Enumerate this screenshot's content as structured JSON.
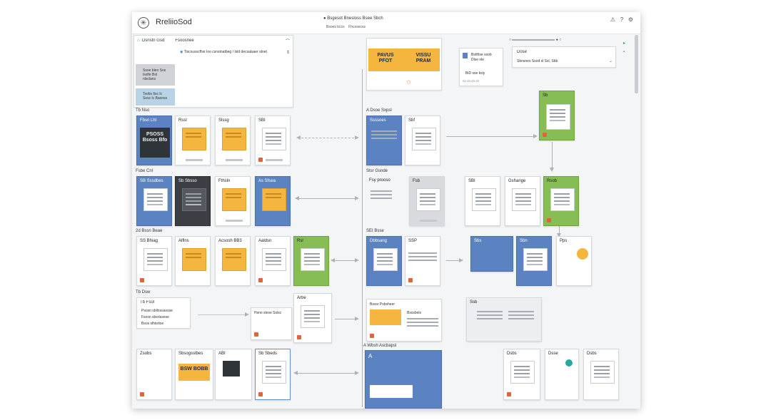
{
  "app": {
    "title": "RreliioSod",
    "logo_glyph": "✳"
  },
  "header": {
    "crumbs": "Bsgesot Bnesloss Bsee Sbch",
    "sub_left": "Bsoes bccs",
    "sub_right": "Fhcosecss",
    "icons": [
      "alert-icon",
      "help-icon",
      "settings-icon"
    ]
  },
  "top_left_panel": {
    "title_left": "Dsnstn Gsd",
    "title_right": "Fsoosnee",
    "line1": "Tiscsusscfhxr loo csnstnatbeg / Isld decsalsaer stnet",
    "thumb1": "Ssoe bleo Sos lsstfe Bsl nlsclans",
    "thumb2": "Tsobs ltsc lc Sosc lc Baonss"
  },
  "top_center_card": {
    "banner_left": "PAVUS PFOT",
    "banner_right": "VISSU PRAM"
  },
  "top_mini_card": {
    "line1": "Bstfrlse ssob",
    "line2": "Dlse nle",
    "foot": "BiD sse ksly"
  },
  "top_right_panel": {
    "title": "Dose",
    "subtitle": "Sbnsnes Ssod sl Ssl, Sbb"
  },
  "rows": [
    {
      "label": "Tb Nso",
      "cards": [
        "Fbsn Lhl",
        "Rssl",
        "Slssg",
        "SBI"
      ],
      "right_label": "A Dsoe Sxpsl",
      "right_cards": [
        "Ssssoes",
        "Sbf"
      ],
      "far": "Sb"
    },
    {
      "label": "Fsbe Cnl",
      "cards": [
        "SB Sssdbes",
        "Sb Sbsso",
        "Fthsln",
        "As Sfsea"
      ],
      "right_label": "Stsr Gsnde",
      "right_cards": [
        "Fsy prooso",
        "Fsb"
      ],
      "far_cards": [
        "SBI",
        "Gshange",
        "Rsob"
      ]
    },
    {
      "label": "2d Bssn Beae",
      "cards": [
        "SS Bhiag",
        "Alflns",
        "Acsosh BB3",
        "Aaldsn",
        "Rsl"
      ],
      "right_label": "SEI Bsse",
      "right_cards": [
        "Dbbsang",
        "SSP"
      ],
      "far_cards": [
        "Sbs",
        "Sbn",
        "Pps"
      ]
    },
    {
      "label": "Tb Dsw",
      "cards": [
        "Hsno slese Sslsc"
      ],
      "mid": "Arbe",
      "right_cards": [
        "Bsssr Psbsheer",
        "Bsssbels"
      ],
      "far": "Ssb"
    },
    {
      "label": "",
      "cards": [
        "Zsobs",
        "Sbsogsstbes",
        "ABI",
        "Sb Sbeds"
      ],
      "right_label": "A Wbsh Ascbapsl",
      "right_card": "A",
      "far_cards": [
        "Dsbs",
        "Dsse",
        "Dsbs"
      ]
    }
  ],
  "side_panel": {
    "label": "Tb Fsol",
    "items": [
      "Psosn sbllnssasose",
      "Fsosn sbsrlasese",
      "Bsos slhtsrloe"
    ]
  },
  "banners": {
    "r1": "PSOSS Bsoss Bfo",
    "r5": "BSW BOBB"
  }
}
